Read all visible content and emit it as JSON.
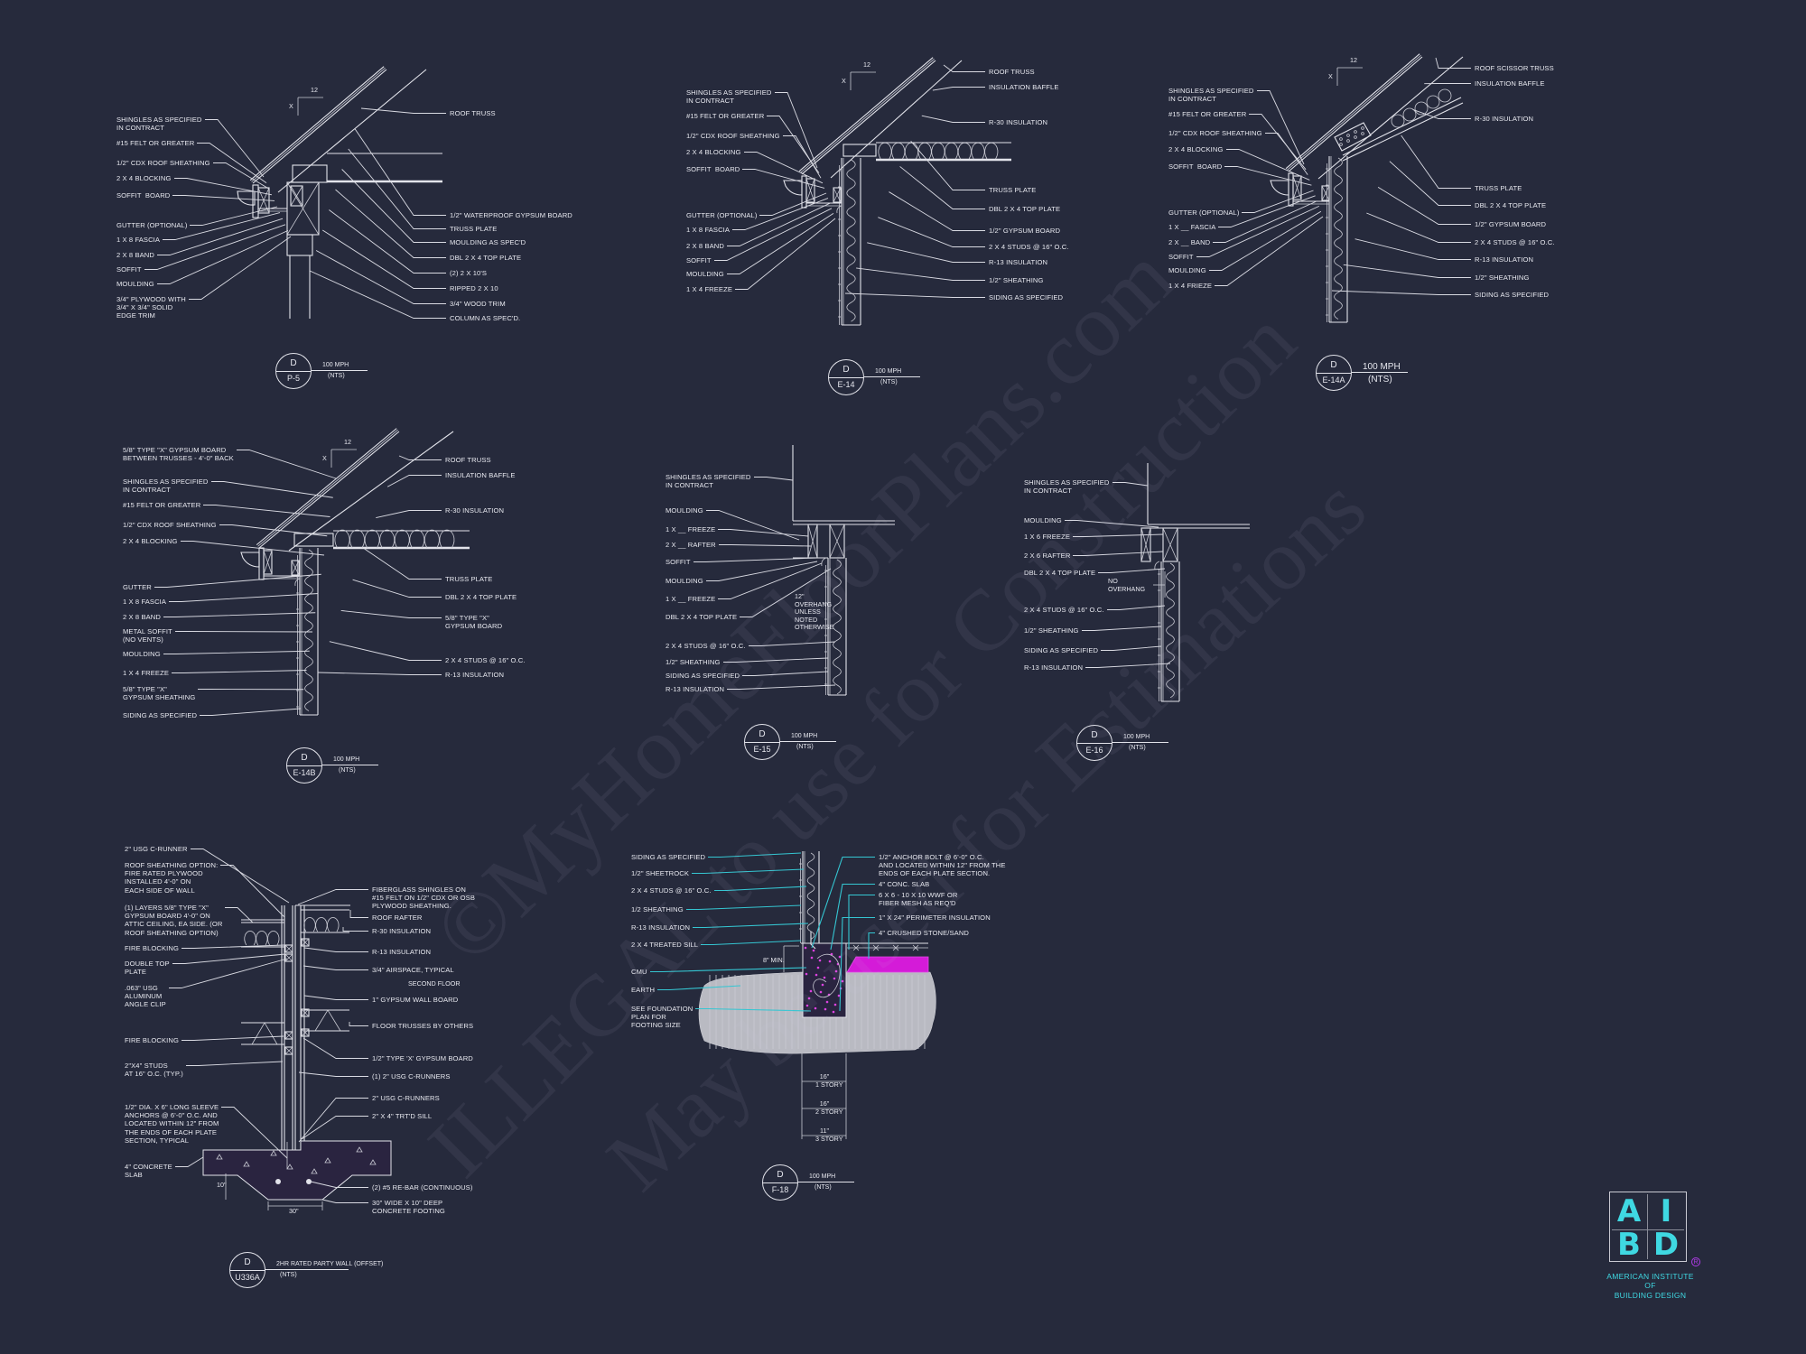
{
  "colors": {
    "background": "#262a3c",
    "linework": "#e2e3ea",
    "leader_cyan": "#35c6d2",
    "insulation_magenta": "#d41bd8",
    "logo_cyan": "#3fd8e2"
  },
  "details": [
    {
      "id": "P-5",
      "tag_letter": "D",
      "tag_number": "P-5",
      "scale_1": "100 MPH",
      "scale_2": "(NTS)",
      "pitch": {
        "rise": "12",
        "mark": "x"
      },
      "left_labels": [
        "SHINGLES AS SPECIFIED\nIN CONTRACT",
        "#15 FELT OR GREATER",
        "1/2\" CDX ROOF SHEATHING",
        "2 X 4 BLOCKING",
        "SOFFIT  BOARD",
        "GUTTER (OPTIONAL)",
        "1 X 8 FASCIA",
        "2 X 8 BAND",
        "SOFFIT",
        "MOULDING",
        "3/4\" PLYWOOD WITH\n3/4\" X 3/4\" SOLID\nEDGE TRIM"
      ],
      "right_labels": [
        "ROOF TRUSS",
        "1/2\" WATERPROOF GYPSUM BOARD",
        "TRUSS PLATE",
        "MOULDING AS SPEC'D",
        "DBL 2 X 4 TOP PLATE",
        "(2) 2 X 10's",
        "RIPPED 2 X 10",
        "3/4\" WOOD TRIM",
        "COLUMN AS SPEC'D."
      ]
    },
    {
      "id": "E-14",
      "tag_letter": "D",
      "tag_number": "E-14",
      "scale_1": "100 MPH",
      "scale_2": "(NTS)",
      "pitch": {
        "rise": "12",
        "mark": "x"
      },
      "left_labels": [
        "SHINGLES AS SPECIFIED\nIN CONTRACT",
        "#15 FELT OR GREATER",
        "1/2\" CDX ROOF SHEATHING",
        "2 X 4 BLOCKING",
        "SOFFIT  BOARD",
        "GUTTER (OPTIONAL)",
        "1 X 8 FASCIA",
        "2 X 8 BAND",
        "SOFFIT",
        "MOULDING",
        "1 X 4 FREEZE"
      ],
      "right_labels": [
        "ROOF TRUSS",
        "INSULATION BAFFLE",
        "R-30 INSULATION",
        "TRUSS PLATE",
        "DBL 2 X 4 TOP PLATE",
        "1/2\" GYPSUM BOARD",
        "2 X 4 STUDS @ 16\" O.C.",
        "R-13 INSULATION",
        "1/2\" SHEATHING",
        "SIDING AS SPECIFIED"
      ]
    },
    {
      "id": "E-14A",
      "tag_letter": "D",
      "tag_number": "E-14A",
      "scale_1": "100 MPH",
      "scale_2": "(NTS)",
      "pitch": {
        "rise": "12",
        "mark": "x"
      },
      "left_labels": [
        "SHINGLES AS SPECIFIED\nIN CONTRACT",
        "#15 FELT OR GREATER",
        "1/2\" CDX ROOF SHEATHING",
        "2 X 4 BLOCKING",
        "SOFFIT  BOARD",
        "GUTTER (OPTIONAL)",
        "1 X __ FASCIA",
        "2 X __ BAND",
        "SOFFIT",
        "MOULDING",
        "1 X 4 FRIEZE"
      ],
      "right_labels": [
        "ROOF SCISSOR TRUSS",
        "INSULATION BAFFLE",
        "R-30 INSULATION",
        "TRUSS PLATE",
        "DBL 2 X 4 TOP PLATE",
        "1/2\" GYPSUM BOARD",
        "2 X 4 STUDS @ 16\" O.C.",
        "R-13 INSULATION",
        "1/2\" SHEATHING",
        "SIDING AS SPECIFIED"
      ]
    },
    {
      "id": "E-14B",
      "tag_letter": "D",
      "tag_number": "E-14B",
      "scale_1": "100 MPH",
      "scale_2": "(NTS)",
      "pitch": {
        "rise": "12",
        "mark": "x"
      },
      "left_labels": [
        "5/8\" TYPE \"X\" GYPSUM BOARD\nBETWEEN TRUSSES - 4'-0\" BACK",
        "SHINGLES AS SPECIFIED\nIN CONTRACT",
        "#15 FELT OR GREATER",
        "1/2\" CDX ROOF SHEATHING",
        "2 X 4 BLOCKING",
        "GUTTER",
        "1 X 8 FASCIA",
        "2 X 8 BAND",
        "METAL SOFFIT\n(NO VENTS)",
        "MOULDING",
        "1 X 4 FREEZE",
        "5/8\" TYPE \"X\"\nGYPSUM SHEATHING",
        "SIDING AS SPECIFIED"
      ],
      "right_labels": [
        "ROOF TRUSS",
        "INSULATION BAFFLE",
        "R-30 INSULATION",
        "TRUSS PLATE",
        "DBL 2 X 4 TOP PLATE",
        "5/8\" TYPE \"X\"\nGYPSUM BOARD",
        "2 X 4 STUDS @ 16\" O.C.",
        "R-13 INSULATION"
      ]
    },
    {
      "id": "E-15",
      "tag_letter": "D",
      "tag_number": "E-15",
      "scale_1": "100 MPH",
      "scale_2": "(NTS)",
      "left_labels": [
        "SHINGLES AS SPECIFIED\nIN CONTRACT",
        "MOULDING",
        "1 X __ FREEZE",
        "2 X __ RAFTER",
        "SOFFIT",
        "MOULDING",
        "1 X __ FREEZE",
        "DBL 2 X 4 TOP PLATE",
        "2 X 4 STUDS @ 16\" O.C.",
        "1/2\" SHEATHING",
        "SIDING AS SPECIFIED",
        "R-13 INSULATION"
      ],
      "right_labels": [],
      "notes": [
        "12\"\nOVERHANG\nUNLESS\nNOTED\nOTHERWISE"
      ]
    },
    {
      "id": "E-16",
      "tag_letter": "D",
      "tag_number": "E-16",
      "scale_1": "100 MPH",
      "scale_2": "(NTS)",
      "left_labels": [
        "SHINGLES AS SPECIFIED\nIN CONTRACT",
        "MOULDING",
        "1 X 6 FREEZE",
        "2 X 6 RAFTER",
        "DBL 2 X 4 TOP PLATE",
        "2 X 4 STUDS @ 16\" O.C.",
        "1/2\" SHEATHING",
        "SIDING AS SPECIFIED",
        "R-13 INSULATION"
      ],
      "right_labels": [],
      "notes": [
        "NO\nOVERHANG"
      ]
    },
    {
      "id": "U336A",
      "tag_letter": "D",
      "tag_number": "U336A",
      "scale_1": "2HR RATED PARTY WALL (OFFSET)",
      "scale_2": "(NTS)",
      "left_labels": [
        "2\" USG C-RUNNER",
        "ROOF SHEATHING OPTION:\nFIRE RATED PLYWOOD\nINSTALLED 4'-0\" ON\nEACH SIDE OF WALL",
        "(1) LAYERS 5/8\" TYPE \"X\"\nGYPSUM BOARD 4'-0\" ON\nATTIC CEILING, EA SIDE. (OR\nROOF SHEATHING OPTION)",
        "FIRE BLOCKING",
        "DOUBLE TOP\nPLATE",
        ".063\" USG\nALUMINUM\nANGLE CLIP",
        "FIRE BLOCKING",
        "2\"x4\" STUDS\nAT 16\" O.C. (TYP.)",
        "1/2\" DIA. X 6\" LONG SLEEVE\nANCHORS @ 6'-0\" O.C. AND\nLOCATED WITHIN 12\" FROM\nTHE ENDS OF EACH PLATE\nSECTION, TYPICAL",
        "4\" CONCRETE\nSLAB"
      ],
      "right_labels": [
        "FIBERGLASS SHINGLES ON\n#15 FELT ON 1/2\" CDX OR OSB\nPLYWOOD SHEATHING.",
        "ROOF RAFTER",
        "R-30 INSULATION",
        "R-13 INSULATION",
        "3/4\" AIRSPACE, TYPICAL",
        "1\" GYPSUM WALL BOARD",
        "FLOOR TRUSSES BY OTHERS",
        "1/2\" TYPE 'X' GYPSUM BOARD",
        "(1) 2\" USG C-RUNNERS",
        "2\" USG C-RUNNERS",
        "2\" X 4\" TRT'D SILL",
        "(2) #5 RE-BAR (CONTINUOUS)",
        "30\" WIDE X 10\" DEEP\nCONCRETE FOOTING"
      ],
      "notes": [
        "SECOND FLOOR",
        "10\"",
        "30\""
      ]
    },
    {
      "id": "F-18",
      "tag_letter": "D",
      "tag_number": "F-18",
      "scale_1": "100 MPH",
      "scale_2": "(NTS)",
      "left_labels": [
        "SIDING AS SPECIFIED",
        "1/2\" SHEETROCK",
        "2 X 4 STUDS @ 16\" O.C.",
        "1/2 SHEATHING",
        "R-13 INSULATION",
        "2 X 4 TREATED SILL",
        "CMU",
        "EARTH",
        "SEE FOUNDATION\nPLAN FOR\nFOOTING SIZE"
      ],
      "right_labels": [
        "1/2\" ANCHOR BOLT @ 6'-0\" O.C.\nAND LOCATED WITHIN 12\" FROM THE\nENDS OF EACH PLATE SECTION.",
        "4\" CONC. SLAB",
        "6 X 6 - 10 X 10 WWF OR\nFIBER MESH AS REQ'D",
        "1\" X 24\" PERIMETER INSULATION",
        "4\" CRUSHED STONE/SAND"
      ],
      "notes": [
        "8\" MIN.",
        "16\"\n1 STORY",
        "16\"\n2 STORY",
        "11\"\n3 STORY"
      ]
    }
  ],
  "watermark": [
    "©MyHomeFloorPlans.com",
    "ILLEGAL to use for Construction",
    "May be used for Estimations"
  ],
  "logo": {
    "letters": [
      "A",
      "I",
      "B",
      "D"
    ],
    "registered": "R",
    "name_lines": [
      "AMERICAN INSTITUTE",
      "OF",
      "BUILDING DESIGN"
    ]
  }
}
